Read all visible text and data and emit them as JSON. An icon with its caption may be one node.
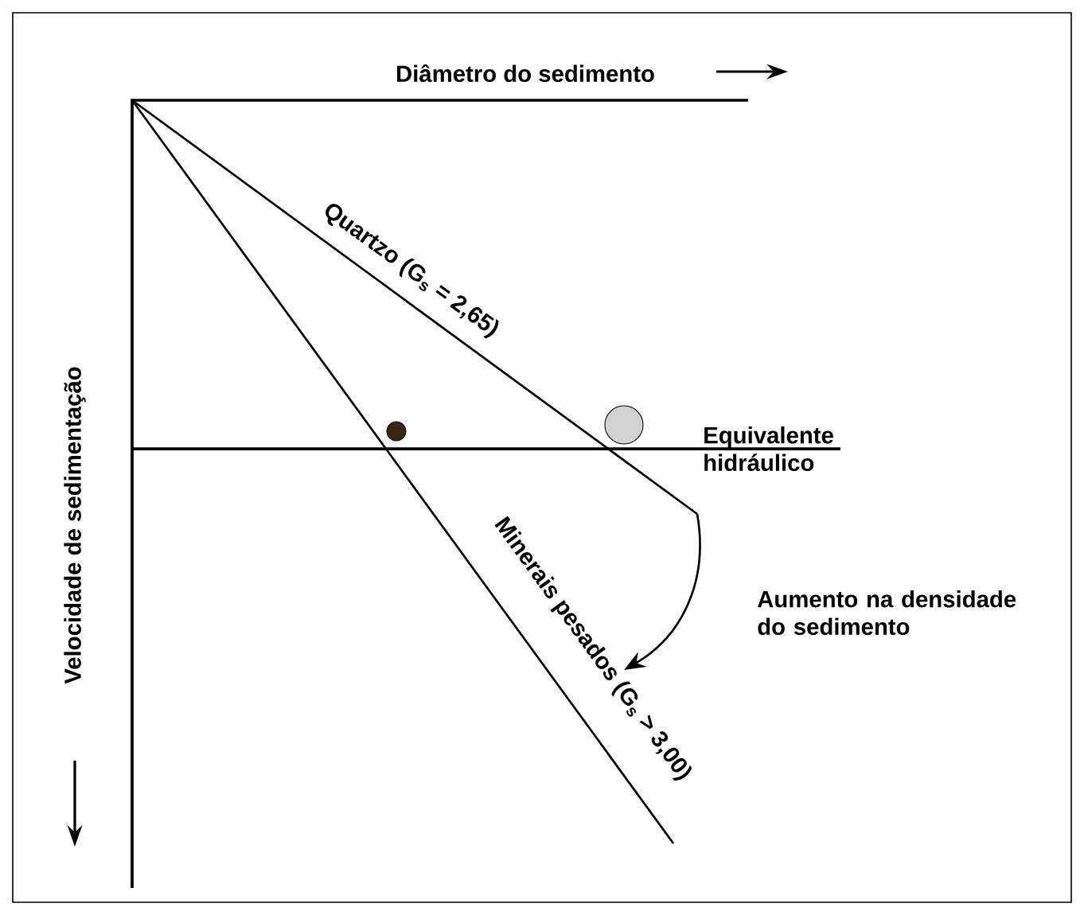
{
  "diagram": {
    "labels": [
      "Diâmetro do sedimento",
      "Quartzo (G$_{s}$ = 2,65)",
      "Equivalente hidráulico",
      "Aumento na densidade do sedimento",
      "Minerais pesados (G$_{s}$ > 3,00)",
      "Velocidade de sedimentação"
    ]
  }
}
